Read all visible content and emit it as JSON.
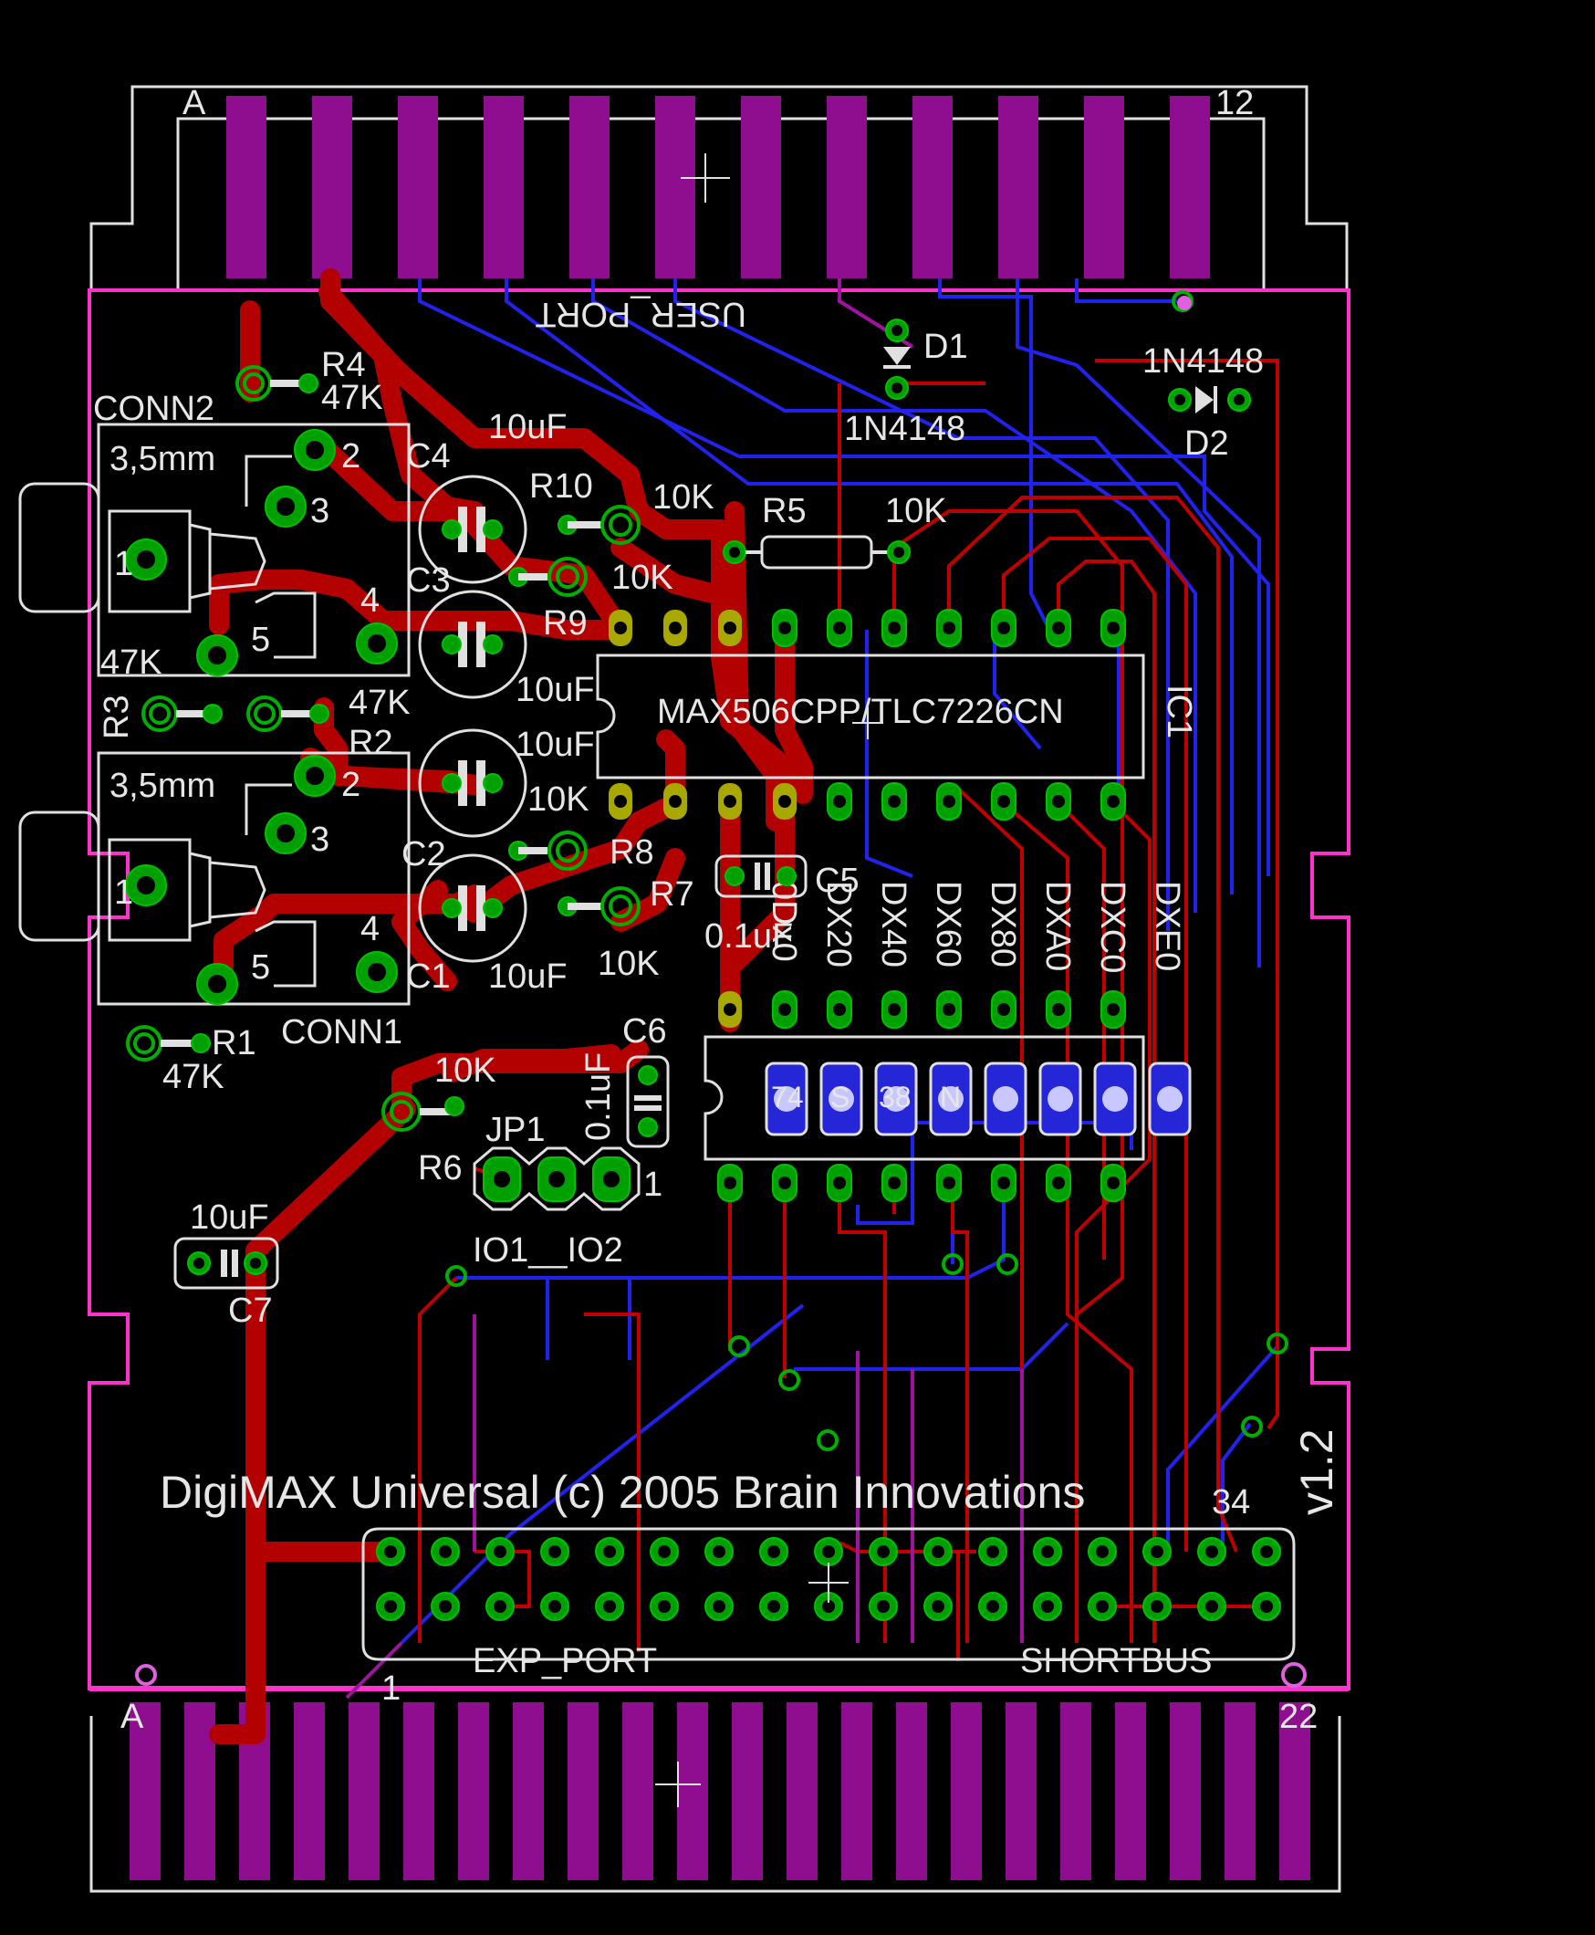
{
  "board": {
    "title": "DigiMAX Universal (c) 2005 Brain Innovations",
    "version": "v1.2",
    "ic_main": "MAX506CPP/TLC7226CN",
    "ic_main_ref": "IC1"
  },
  "connectors": {
    "top": {
      "name": "USER_PORT",
      "pin_first": "A",
      "pin_last": "12"
    },
    "bottom": {
      "pin_first": "A",
      "pin_last": "22"
    },
    "exp_port": "EXP_PORT",
    "shortbus": "SHORTBUS",
    "header_pin1": "1",
    "header_pin34": "34"
  },
  "jacks": [
    {
      "ref": "CONN2",
      "size": "3,5mm",
      "pins": [
        "1",
        "2",
        "3",
        "4",
        "5"
      ]
    },
    {
      "ref": "CONN1",
      "size": "3,5mm",
      "pins": [
        "1",
        "2",
        "3",
        "4",
        "5"
      ]
    }
  ],
  "components": {
    "R1": "R1",
    "R1_val": "47K",
    "R2": "R2",
    "R2_val": "47K",
    "R3": "R3",
    "R3_val": "47K",
    "R4": "R4",
    "R4_val": "47K",
    "R5": "R5",
    "R5_val": "10K",
    "R6": "R6",
    "R6_val": "10K",
    "R7": "R7",
    "R7_val": "10K",
    "R8": "R8",
    "R8_val": "10K",
    "R9": "R9",
    "R9_val": "10K",
    "R10": "R10",
    "R10_val": "10K",
    "C1": "C1",
    "C1_val": "10uF",
    "C2": "C2",
    "C2_val": "10uF",
    "C3": "C3",
    "C3_val": "10uF",
    "C4": "C4",
    "C4_val": "10uF",
    "C5": "C5",
    "C5_val": "0.1uF",
    "C6": "C6",
    "C6_val": "0.1uF",
    "C7": "C7",
    "C7_val": "10uF",
    "D1": "D1",
    "D1_val": "1N4148",
    "D2": "D2",
    "D2_val": "1N4148",
    "JP1": "JP1",
    "JP1_pin": "1",
    "io_label": "IO1__IO2"
  },
  "dip_switch_labels": [
    "0Dx0",
    "DX20",
    "DX40",
    "DX60",
    "DX80",
    "DXA0",
    "DXC0",
    "DXE0"
  ],
  "smd_marks": [
    "74",
    "S",
    "38",
    "N",
    "",
    "",
    "",
    ""
  ],
  "colors": {
    "background": "#000000",
    "outline": "#ff33cc",
    "top_copper": "#b30000",
    "bottom_copper": "#2222ee",
    "finger": "#8f0d8f",
    "pad": "#00a000",
    "silkscreen": "#e0e0e0"
  }
}
